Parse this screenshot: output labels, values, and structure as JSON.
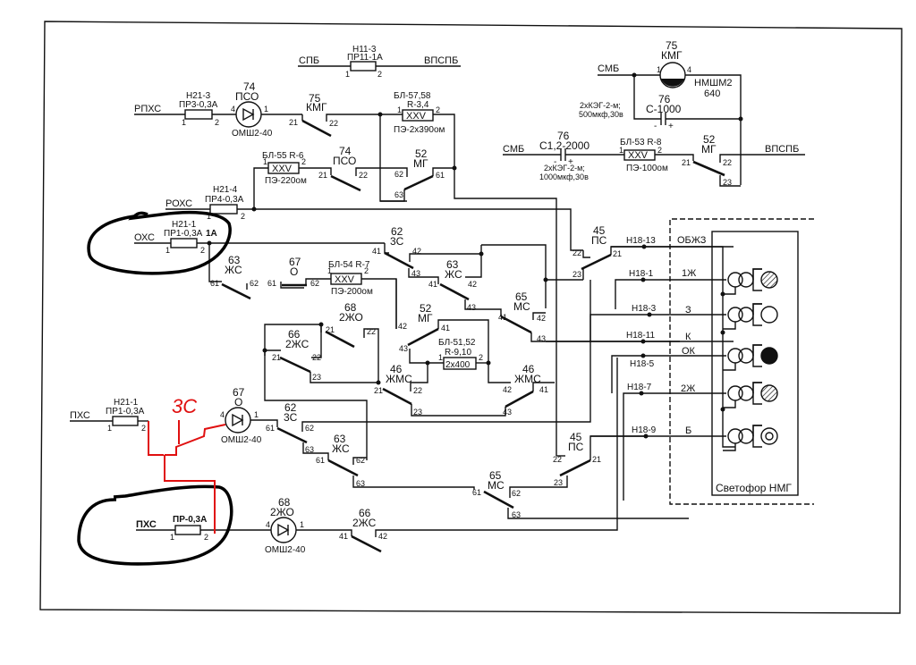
{
  "diagram": {
    "type": "railway signal lamp control circuit",
    "signal_box_label": "Светофор НМГ",
    "annotation_red": "3С"
  },
  "power_lines": {
    "spb": "СПБ",
    "vpspb_top": "ВПСПБ",
    "rphs": "РПХС",
    "smb1": "СМБ",
    "smb2": "СМБ",
    "vpspb_right": "ВПСПБ",
    "rohs": "РОХС",
    "ohs": "ОХС",
    "phs1": "ПХС",
    "phs2": "ПХС"
  },
  "fuses": {
    "n11_3": {
      "id": "Н11-3",
      "rating": "ПР11-1А",
      "p1": "1",
      "p2": "2"
    },
    "n21_3": {
      "id": "Н21-3",
      "rating": "ПР3-0,3А",
      "p1": "1",
      "p2": "2"
    },
    "n21_4": {
      "id": "Н21-4",
      "rating": "ПР4-0,3А",
      "p1": "1",
      "p2": "2"
    },
    "n21_1a": {
      "id": "Н21-1",
      "rating": "ПР1-0,3А",
      "correction": "1А",
      "p1": "1",
      "p2": "2"
    },
    "n21_1b": {
      "id": "Н21-1",
      "rating": "ПР1-0,3А",
      "p1": "1",
      "p2": "2"
    },
    "pr": {
      "rating": "ПР-0,3А",
      "p1": "1",
      "p2": "2"
    }
  },
  "relays": {
    "pso_lamp": {
      "num": "74",
      "name": "ПСО",
      "type": "ОМШ2-40",
      "p4": "4",
      "p1": "1"
    },
    "o_lamp": {
      "num": "67",
      "name": "О",
      "type": "ОМШ2-40",
      "p4": "4",
      "p1": "1"
    },
    "zho_lamp": {
      "num": "68",
      "name": "2ЖО",
      "type": "ОМШ2-40",
      "p4": "4",
      "p1": "1"
    },
    "kmg": {
      "num": "75",
      "name": "КМГ",
      "type": "НМШМ2",
      "res": "640",
      "p1": "1",
      "p4": "4"
    }
  },
  "contacts": {
    "kmg75": {
      "num": "75",
      "name": "КМГ",
      "a": "21",
      "b": "22"
    },
    "pso74": {
      "num": "74",
      "name": "ПСО",
      "a": "21",
      "b": "22"
    },
    "mg52a": {
      "num": "52",
      "name": "МГ",
      "a": "61",
      "b": "62",
      "c": "63"
    },
    "mg52b": {
      "num": "52",
      "name": "МГ",
      "a": "21",
      "b": "22",
      "c": "23"
    },
    "mg52c": {
      "num": "52",
      "name": "МГ",
      "a": "41",
      "b": "42",
      "c": "43"
    },
    "zs62a": {
      "num": "62",
      "name": "3С",
      "a": "41",
      "b": "42",
      "c": "43"
    },
    "zhs63a": {
      "num": "63",
      "name": "ЖС",
      "a": "41",
      "b": "42",
      "c": "43"
    },
    "ms65a": {
      "num": "65",
      "name": "МС",
      "a": "41",
      "b": "42",
      "c": "43"
    },
    "ps45a": {
      "num": "45",
      "name": "ПС",
      "a": "21",
      "b": "22",
      "c": "23"
    },
    "zhs63b": {
      "num": "63",
      "name": "ЖС",
      "a": "61",
      "b": "62"
    },
    "o67": {
      "num": "67",
      "name": "О",
      "a": "61",
      "b": "62"
    },
    "zho68": {
      "num": "68",
      "name": "2ЖО",
      "a": "21",
      "b": "22"
    },
    "zhs66a": {
      "num": "66",
      "name": "2ЖС",
      "a": "21",
      "b": "22",
      "c": "23"
    },
    "zhms46a": {
      "num": "46",
      "name": "ЖМС",
      "a": "21",
      "b": "22",
      "c": "23"
    },
    "zhms46b": {
      "num": "46",
      "name": "ЖМС",
      "a": "41",
      "b": "42",
      "c": "43"
    },
    "zs62b": {
      "num": "62",
      "name": "3С",
      "a": "61",
      "b": "62",
      "c": "63"
    },
    "zhs63c": {
      "num": "63",
      "name": "ЖС",
      "a": "61",
      "b": "62",
      "c": "63"
    },
    "ps45b": {
      "num": "45",
      "name": "ПС",
      "a": "21",
      "b": "22",
      "c": "23"
    },
    "ms65b": {
      "num": "65",
      "name": "МС",
      "a": "61",
      "b": "62",
      "c": "63"
    },
    "zhs66b": {
      "num": "66",
      "name": "2ЖС",
      "a": "41",
      "b": "42"
    }
  },
  "resistors": {
    "bl57": {
      "id": "БЛ-57,58",
      "r": "R-3,4",
      "body": "XXV",
      "type": "ПЭ-2х390ом",
      "p1": "1",
      "p2": "2"
    },
    "bl55": {
      "id": "БЛ-55 R-6",
      "body": "XXV",
      "type": "ПЭ-220ом",
      "p1": "1",
      "p2": "2"
    },
    "bl54": {
      "id": "БЛ-54 R-7",
      "body": "XXV",
      "type": "ПЭ-200ом",
      "p1": "1",
      "p2": "2"
    },
    "bl53": {
      "id": "БЛ-53 R-8",
      "body": "XXV",
      "type": "ПЭ-100ом",
      "p1": "1",
      "p2": "2"
    },
    "bl51": {
      "id": "БЛ-51,52",
      "r": "R-9,10",
      "body": "2х400",
      "p1": "1",
      "p2": "2"
    }
  },
  "capacitors": {
    "c1000": {
      "num": "76",
      "name": "С-1000",
      "spec1": "2хКЭГ-2-м;",
      "spec2": "500мкф,30в",
      "minus": "-",
      "plus": "+"
    },
    "c2000": {
      "num": "76",
      "name": "С1,2-2000",
      "spec1": "2хКЭГ-2-м;",
      "spec2": "1000мкф,30в",
      "minus": "-",
      "plus": "+"
    }
  },
  "terminals": [
    "Н18-13",
    "Н18-1",
    "Н18-3",
    "Н18-11",
    "Н18-5",
    "Н18-7",
    "Н18-9"
  ],
  "signal_wires": [
    "ОБЖЗ",
    "1Ж",
    "З",
    "К",
    "ОК",
    "2Ж",
    "Б"
  ],
  "lamps": [
    {
      "aspect": "yellow-1",
      "fill": "hatched"
    },
    {
      "aspect": "green",
      "fill": "empty"
    },
    {
      "aspect": "red",
      "fill": "solid"
    },
    {
      "aspect": "yellow-2",
      "fill": "hatched"
    },
    {
      "aspect": "white",
      "fill": "ring"
    }
  ],
  "colors": {
    "ink": "#111111",
    "annotation_red": "#e01010",
    "annotation_black": "#000000"
  }
}
